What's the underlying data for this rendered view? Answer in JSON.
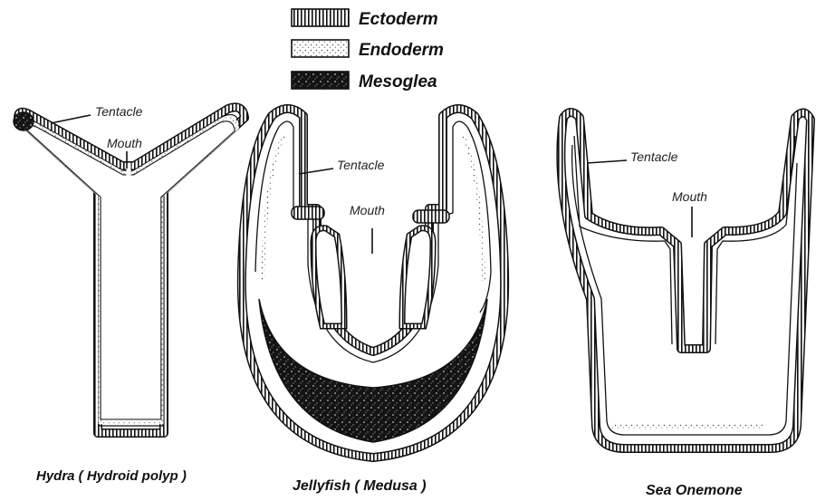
{
  "legend": {
    "ectoderm": "Ectoderm",
    "endoderm": "Endoderm",
    "mesoglea": "Mesoglea"
  },
  "hydra": {
    "tentacle_label": "Tentacle",
    "mouth_label": "Mouth",
    "caption": "Hydra ( Hydroid polyp )"
  },
  "jellyfish": {
    "tentacle_label": "Tentacle",
    "mouth_label": "Mouth",
    "caption": "Jellyfish ( Medusa )"
  },
  "anemone": {
    "tentacle_label": "Tentacle",
    "mouth_label": "Mouth",
    "caption": "Sea Onemone"
  },
  "colors": {
    "ink": "#111111",
    "background": "#ffffff"
  }
}
